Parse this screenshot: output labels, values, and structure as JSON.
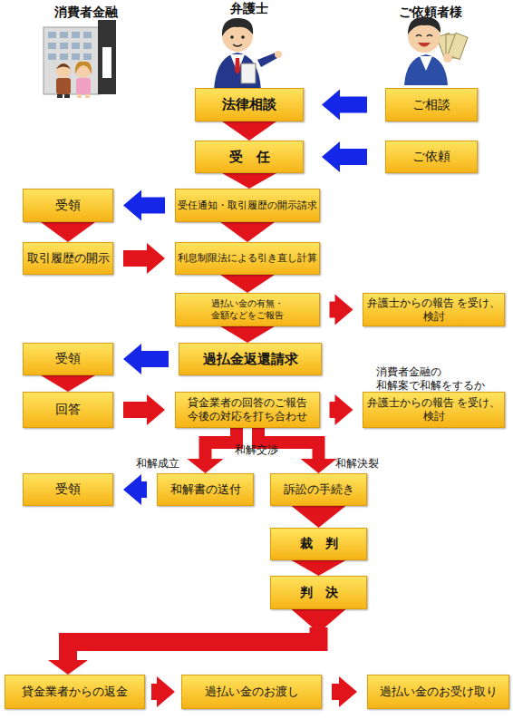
{
  "diagram": {
    "nodes": [
      {
        "text": [
          "法律相談"
        ]
      },
      {
        "text": [
          "ご相談"
        ]
      },
      {
        "text": [
          "受　任"
        ]
      },
      {
        "text": [
          "ご依頼"
        ]
      },
      {
        "text": [
          "受領"
        ]
      },
      {
        "text": [
          "受任通知・取引履歴の開示請求"
        ]
      },
      {
        "text": [
          "取引履歴の開示"
        ]
      },
      {
        "text": [
          "利息制限法による引き直し計算"
        ]
      },
      {
        "text": [
          "過払い金の有無・金額などをご報告"
        ]
      },
      {
        "text": [
          "弁護士からの報告 を受け、検討"
        ]
      },
      {
        "text": [
          "受領"
        ]
      },
      {
        "text": [
          "過払金返還請求"
        ]
      },
      {
        "text": [
          "回答"
        ]
      },
      {
        "text": [
          "貸金業者の回答のご報告 今後の対応を打ち合わせ"
        ]
      },
      {
        "text": [
          "弁護士からの報告 を受け、検討"
        ]
      },
      {
        "text": [
          "受領"
        ]
      },
      {
        "text": [
          "和解書の送付"
        ]
      },
      {
        "text": [
          "訴訟の手続き"
        ]
      },
      {
        "text": [
          "裁　判"
        ]
      },
      {
        "text": [
          "判　決"
        ]
      },
      {
        "text": [
          "貸金業者からの返金"
        ]
      },
      {
        "text": [
          "過払い金のお渡し"
        ]
      },
      {
        "text": [
          "過払い金のお受け取り"
        ]
      }
    ],
    "edges": [
      {
        "from": 1,
        "to": 0,
        "arrow": "to"
      },
      {
        "from": 0,
        "to": 2,
        "arrow": "to"
      },
      {
        "from": 3,
        "to": 2,
        "arrow": "to"
      },
      {
        "from": 2,
        "to": 5,
        "arrow": "to"
      },
      {
        "from": 5,
        "to": 4,
        "arrow": "to"
      },
      {
        "from": 5,
        "to": 7,
        "arrow": "to"
      },
      {
        "from": 4,
        "to": 6,
        "arrow": "to"
      },
      {
        "from": 6,
        "to": 7,
        "arrow": "to"
      },
      {
        "from": 7,
        "to": 8,
        "arrow": "to"
      },
      {
        "from": 8,
        "to": 9,
        "arrow": "to"
      },
      {
        "from": 8,
        "to": 11,
        "arrow": "to"
      },
      {
        "from": 11,
        "to": 10,
        "arrow": "to"
      },
      {
        "from": 10,
        "to": 12,
        "arrow": "to"
      },
      {
        "from": 12,
        "to": 13,
        "arrow": "to"
      },
      {
        "from": 13,
        "to": 14,
        "arrow": "to"
      },
      {
        "from": 13,
        "to": 16,
        "label": "和解成立",
        "arrow": "to"
      },
      {
        "from": 13,
        "to": 17,
        "label": "和解決裂",
        "arrow": "to"
      },
      {
        "from": 16,
        "to": 15,
        "arrow": "to"
      },
      {
        "from": 17,
        "to": 18,
        "arrow": "to"
      },
      {
        "from": 18,
        "to": 19,
        "arrow": "to"
      },
      {
        "from": 19,
        "to": 20,
        "arrow": "to"
      },
      {
        "from": 20,
        "to": 21,
        "arrow": "to"
      },
      {
        "from": 21,
        "to": 22,
        "arrow": "to"
      }
    ],
    "labels": [
      "消費者金融",
      "弁護士",
      "ご依頼者様",
      "消費者金融の 和解案で和解をするか",
      "和解交渉"
    ]
  }
}
